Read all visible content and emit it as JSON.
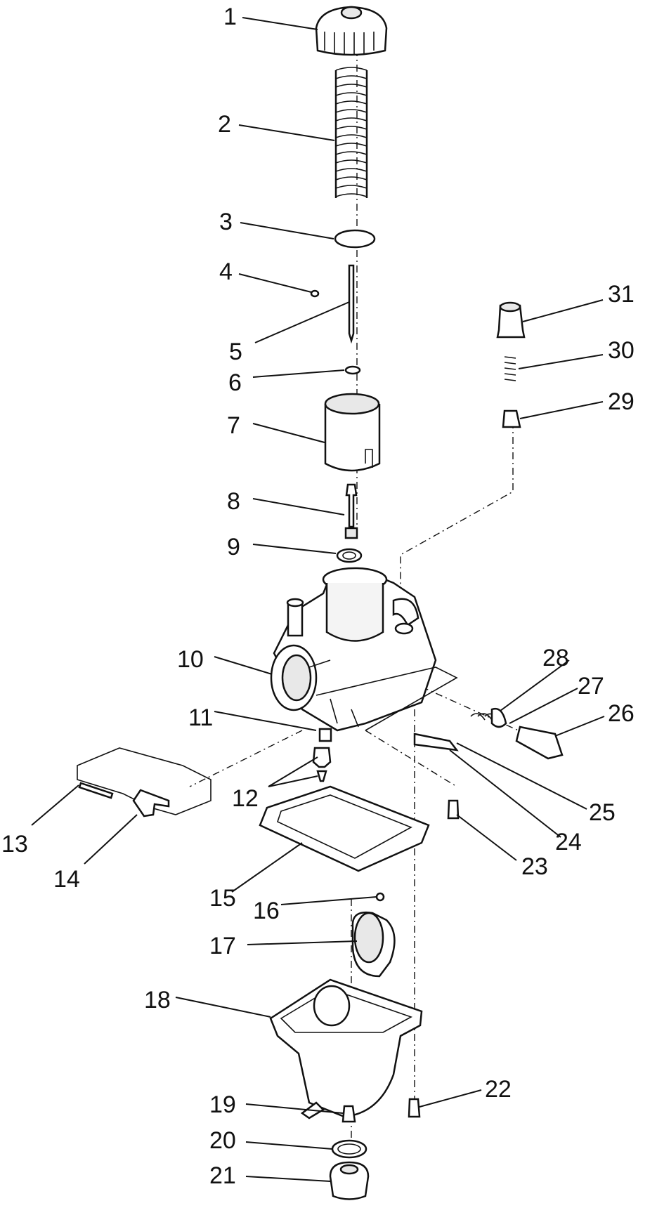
{
  "diagram": {
    "callouts": [
      {
        "label": "1"
      },
      {
        "label": "2"
      },
      {
        "label": "3"
      },
      {
        "label": "4"
      },
      {
        "label": "5"
      },
      {
        "label": "6"
      },
      {
        "label": "7"
      },
      {
        "label": "8"
      },
      {
        "label": "9"
      },
      {
        "label": "10"
      },
      {
        "label": "11"
      },
      {
        "label": "12"
      },
      {
        "label": "13"
      },
      {
        "label": "14"
      },
      {
        "label": "15"
      },
      {
        "label": "16"
      },
      {
        "label": "17"
      },
      {
        "label": "18"
      },
      {
        "label": "19"
      },
      {
        "label": "20"
      },
      {
        "label": "21"
      },
      {
        "label": "22"
      },
      {
        "label": "23"
      },
      {
        "label": "24"
      },
      {
        "label": "25"
      },
      {
        "label": "26"
      },
      {
        "label": "27"
      },
      {
        "label": "28"
      },
      {
        "label": "29"
      },
      {
        "label": "30"
      },
      {
        "label": "31"
      }
    ]
  }
}
